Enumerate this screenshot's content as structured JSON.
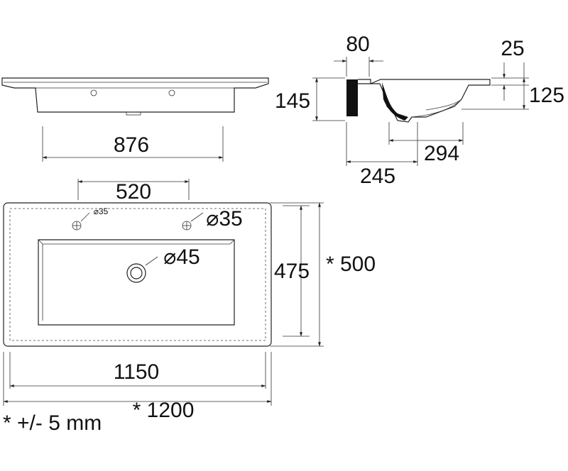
{
  "drawing": {
    "side_view": {
      "width_label": "876"
    },
    "section_view": {
      "top_label": "80",
      "height_label": "145",
      "rim_label": "25",
      "depth_label": "125",
      "bowl_label": "294",
      "base_label": "245"
    },
    "top_view": {
      "tap_spacing_label": "520",
      "tap_hole_small_label": "⌀35",
      "tap_hole_label": "⌀35",
      "drain_label": "⌀45",
      "depth_label": "475",
      "overall_depth_label": "* 500",
      "inner_width_label": "1150",
      "overall_width_label": "* 1200"
    },
    "tolerance_note": "* +/- 5 mm"
  }
}
